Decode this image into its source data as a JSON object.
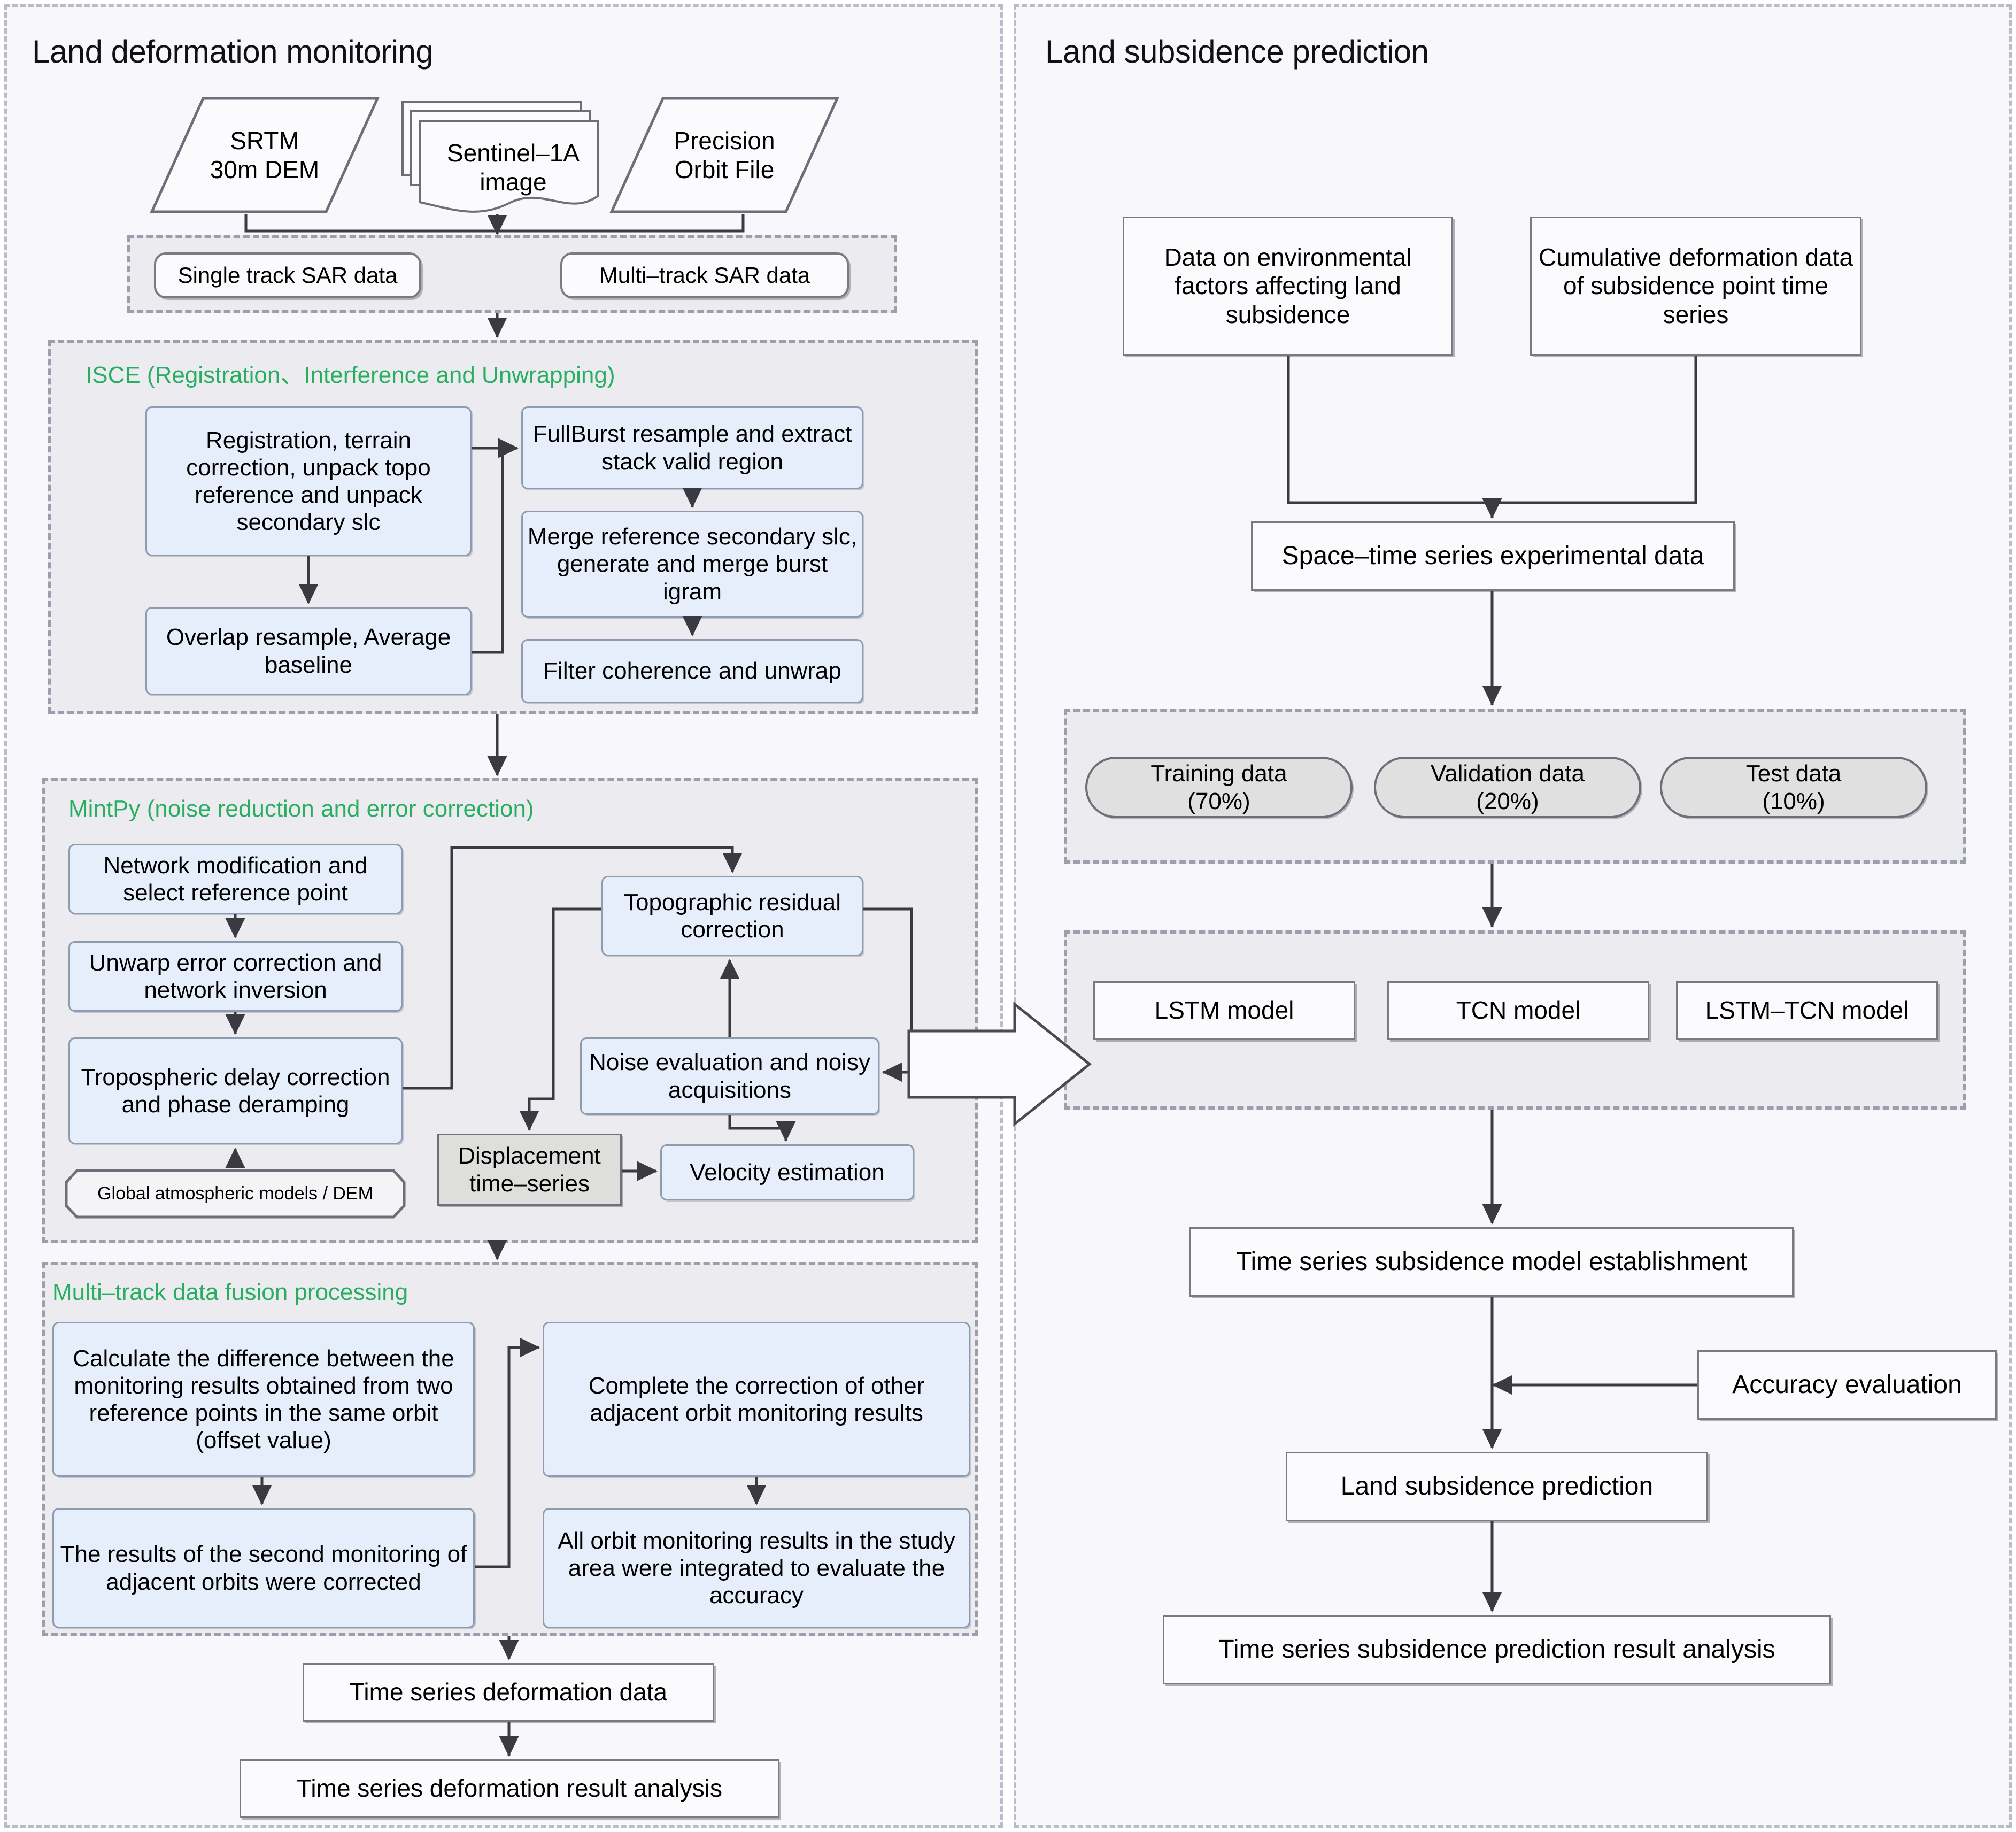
{
  "panels": {
    "left": {
      "title": "Land deformation monitoring"
    },
    "right": {
      "title": "Land subsidence prediction"
    }
  },
  "colors": {
    "group_title_green": "#27ae60",
    "panel_bg": "#f7f7fc",
    "group_bg": "#ebebf0",
    "node_blue": "#e6eefb",
    "node_gray": "#dededc",
    "pill_gray": "#e0e0e0"
  },
  "left": {
    "inputs": [
      {
        "label": "SRTM\n30m DEM",
        "shape": "parallelogram"
      },
      {
        "label": "Sentinel–1A\nimage",
        "shape": "stacked-document"
      },
      {
        "label": "Precision\nOrbit File",
        "shape": "parallelogram"
      }
    ],
    "sar_group": {
      "items": [
        {
          "label": "Single track SAR data"
        },
        {
          "label": "Multi–track SAR data"
        }
      ]
    },
    "isce": {
      "title": "ISCE (Registration、Interference and Unwrapping)",
      "boxes": [
        {
          "label": "Registration, terrain correction, unpack topo reference and unpack secondary slc"
        },
        {
          "label": "FullBurst resample and extract stack valid region"
        },
        {
          "label": "Merge reference secondary slc, generate and merge burst igram"
        },
        {
          "label": "Overlap resample, Average baseline"
        },
        {
          "label": "Filter coherence and unwrap"
        }
      ]
    },
    "mintpy": {
      "title": "MintPy (noise reduction and error correction)",
      "boxes": [
        {
          "label": "Network modification and select reference point"
        },
        {
          "label": "Unwarp error correction and network inversion"
        },
        {
          "label": "Tropospheric delay correction and phase deramping"
        },
        {
          "label": "Global atmospheric models / DEM"
        },
        {
          "label": "Topographic residual correction"
        },
        {
          "label": "Noise evaluation and noisy acquisitions"
        },
        {
          "label": "Displacement time–series"
        },
        {
          "label": "Velocity estimation"
        }
      ]
    },
    "fusion": {
      "title": "Multi–track data fusion processing",
      "boxes": [
        {
          "label": "Calculate the difference between the monitoring results obtained from two reference points in the same orbit (offset value)"
        },
        {
          "label": "Complete the correction of other adjacent orbit monitoring results"
        },
        {
          "label": "The results of the second monitoring of adjacent orbits were corrected"
        },
        {
          "label": "All orbit monitoring results in the study area were integrated to evaluate the accuracy"
        }
      ]
    },
    "outputs": [
      {
        "label": "Time series deformation data"
      },
      {
        "label": "Time series deformation result analysis"
      }
    ]
  },
  "right": {
    "inputs": [
      {
        "label": "Data on environmental factors affecting land subsidence"
      },
      {
        "label": "Cumulative deformation data of subsidence point time series"
      }
    ],
    "experimental_data": {
      "label": "Space–time series experimental data"
    },
    "split_group": {
      "items": [
        {
          "label": "Training data\n(70%)",
          "share": "70%"
        },
        {
          "label": "Validation data\n(20%)",
          "share": "20%"
        },
        {
          "label": "Test data\n(10%)",
          "share": "10%"
        }
      ]
    },
    "models_group": {
      "items": [
        {
          "label": "LSTM model"
        },
        {
          "label": "TCN model"
        },
        {
          "label": "LSTM–TCN model"
        }
      ]
    },
    "steps": [
      {
        "label": "Time series subsidence model establishment"
      },
      {
        "label": "Accuracy evaluation"
      },
      {
        "label": "Land subsidence prediction"
      },
      {
        "label": "Time series subsidence prediction result analysis"
      }
    ]
  }
}
